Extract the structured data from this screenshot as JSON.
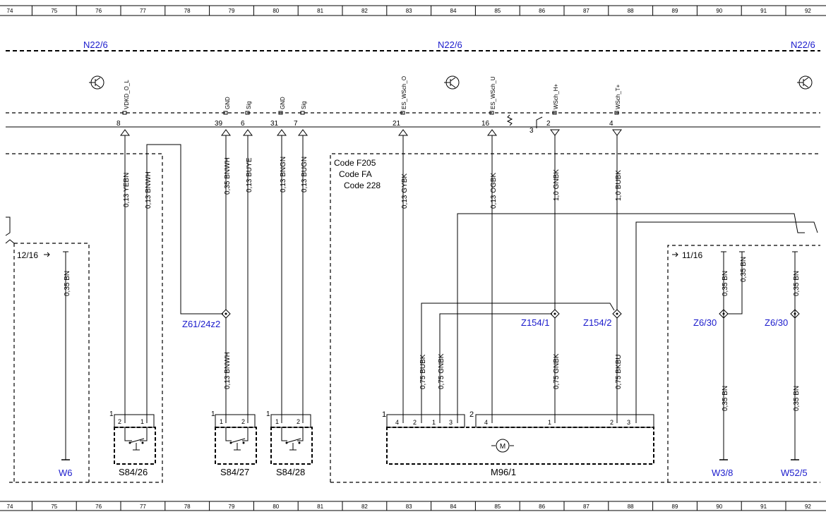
{
  "grid_numbers": [
    "74",
    "75",
    "76",
    "77",
    "78",
    "79",
    "80",
    "81",
    "82",
    "83",
    "84",
    "85",
    "86",
    "87",
    "88",
    "89",
    "90",
    "91",
    "92"
  ],
  "module_labels": [
    "N22/6",
    "N22/6",
    "N22/6"
  ],
  "header_pins": [
    {
      "name": "VDKD_O_L",
      "num": "8"
    },
    {
      "name": "GND",
      "num": "39"
    },
    {
      "name": "Sig",
      "num": "6"
    },
    {
      "name": "GND",
      "num": "31"
    },
    {
      "name": "Sig",
      "num": "7"
    },
    {
      "name": "ES_WSch_O",
      "num": "21"
    },
    {
      "name": "ES_WSch_U",
      "num": "16"
    },
    {
      "name": "WSch_H+",
      "num": "2"
    },
    {
      "name": "WSch_T+",
      "num": "4"
    }
  ],
  "pin_three": "3",
  "wires_top": [
    "0,13 YEBN",
    "0,13 BNWH",
    "0,35 BNWH",
    "0,13 BUYE",
    "0,13 BNGN",
    "0,13 BUGN",
    "0,13 GYBK",
    "0,13 OGBK",
    "1,0 GNBK",
    "1,0 BUBK"
  ],
  "wires_bottom": [
    "0,13 BNWH",
    "0,75 BUBK",
    "0,75 GNBK",
    "0,75 GNBK",
    "0,75 BKBU"
  ],
  "wires_ground": [
    "0,35 BN",
    "0,35 BN",
    "0,35 BN",
    "0,35 BN",
    "0,35 BN",
    "0,35 BN"
  ],
  "codes": [
    "Code F205",
    "Code FA",
    "Code 228"
  ],
  "refs": {
    "left": "12/16",
    "right": "11/16"
  },
  "splices": [
    "Z61/24z2",
    "Z154/1",
    "Z154/2",
    "Z6/30",
    "Z6/30"
  ],
  "grounds": [
    "W6",
    "W3/8",
    "W52/5"
  ],
  "components": [
    "S84/26",
    "S84/27",
    "S84/28",
    "M96/1"
  ],
  "conn_pins": {
    "s26": [
      "1",
      "2",
      "1"
    ],
    "s27": [
      "1",
      "1",
      "2"
    ],
    "s28": [
      "1",
      "1",
      "2"
    ],
    "m96_a": [
      "1",
      "4",
      "2",
      "1",
      "3"
    ],
    "m96_b": [
      "2",
      "4",
      "1",
      "2",
      "3"
    ]
  },
  "motor_symbol": "M"
}
